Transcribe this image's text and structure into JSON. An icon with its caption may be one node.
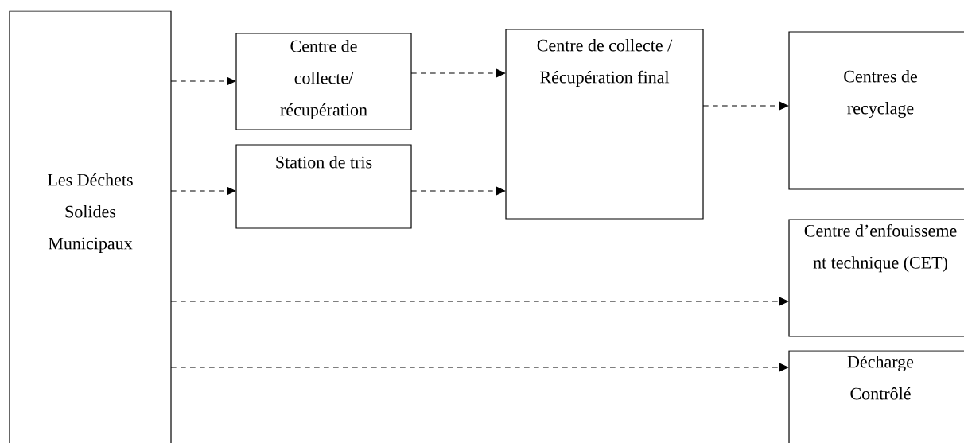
{
  "diagram": {
    "nodes": [
      {
        "text": [
          "Les Déchets Solides Municipaux"
        ]
      },
      {
        "text": [
          "Centre de collecte/ récupération"
        ]
      },
      {
        "text": [
          "Station de tris"
        ]
      },
      {
        "text": [
          "Centre de collecte / Récupération final"
        ]
      },
      {
        "text": [
          "Centres de recyclage"
        ]
      },
      {
        "text": [
          "Centre d’enfouisseme nt technique (CET)"
        ]
      },
      {
        "text": [
          "Décharge Contrôlé"
        ]
      }
    ],
    "edges": [
      {
        "from": 0,
        "to": 1,
        "arrow": "to",
        "style": "dashed"
      },
      {
        "from": 1,
        "to": 3,
        "arrow": "to",
        "style": "dashed"
      },
      {
        "from": 0,
        "to": 2,
        "arrow": "to",
        "style": "dashed"
      },
      {
        "from": 2,
        "to": 3,
        "arrow": "to",
        "style": "dashed"
      },
      {
        "from": 3,
        "to": 4,
        "arrow": "to",
        "style": "dashed"
      },
      {
        "from": 0,
        "to": 5,
        "arrow": "to",
        "style": "dashed"
      },
      {
        "from": 0,
        "to": 6,
        "arrow": "to",
        "style": "dashed"
      }
    ]
  }
}
